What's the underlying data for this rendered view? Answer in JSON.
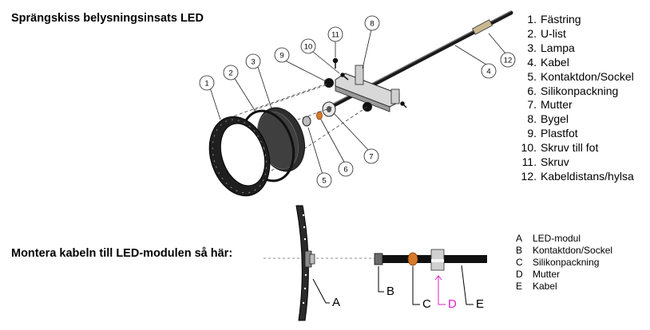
{
  "exploded_title": "Sprängskiss belysningsinsats LED",
  "assembly_title": "Montera kabeln till LED-modulen så här:",
  "parts": [
    {
      "num": "1.",
      "label": "Fästring"
    },
    {
      "num": "2.",
      "label": "U-list"
    },
    {
      "num": "3.",
      "label": "Lampa"
    },
    {
      "num": "4.",
      "label": "Kabel"
    },
    {
      "num": "5.",
      "label": "Kontaktdon/Sockel"
    },
    {
      "num": "6.",
      "label": "Silikonpackning"
    },
    {
      "num": "7.",
      "label": "Mutter"
    },
    {
      "num": "8.",
      "label": "Bygel"
    },
    {
      "num": "9.",
      "label": "Plastfot"
    },
    {
      "num": "10.",
      "label": "Skruv till fot"
    },
    {
      "num": "11.",
      "label": "Skruv"
    },
    {
      "num": "12.",
      "label": "Kabeldistans/hylsa"
    }
  ],
  "callouts": [
    "1",
    "2",
    "3",
    "4",
    "5",
    "6",
    "7",
    "8",
    "9",
    "10",
    "11",
    "12"
  ],
  "assembly_parts": [
    {
      "letter": "A",
      "label": "LED-modul"
    },
    {
      "letter": "B",
      "label": "Kontaktdon/Sockel"
    },
    {
      "letter": "C",
      "label": "Silikonpackning"
    },
    {
      "letter": "D",
      "label": "Mutter"
    },
    {
      "letter": "E",
      "label": "Kabel"
    }
  ],
  "highlight_color": "#e020c8"
}
